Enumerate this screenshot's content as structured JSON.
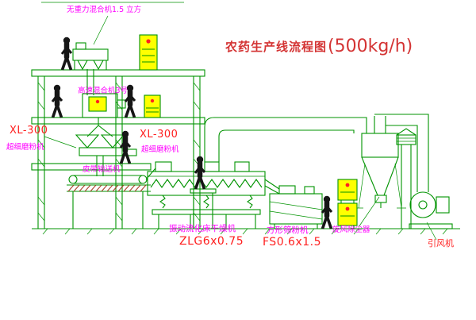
{
  "title": {
    "text": "农药生产线流程图",
    "capacity": "(500kg/h)"
  },
  "labels": {
    "mixer_3d": "无重力混合机1.5 立方",
    "high_speed_mixer": "高速混合机3号",
    "mill_left": {
      "model": "XL-300",
      "name": "超细磨粉机"
    },
    "mill_center": {
      "model": "XL-300",
      "name": "超细磨粉机"
    },
    "belt_conveyor": "皮带输送机",
    "dryer": {
      "name": "振动流化床干燥机",
      "model": "ZLG6x0.75"
    },
    "sieve": {
      "name": "方形筛粉机",
      "model": "FS0.6x1.5"
    },
    "cyclone": "旋风除尘器",
    "fan": "引风机"
  },
  "colors": {
    "line": "#009300",
    "magenta": "#ff00ff",
    "red": "#ff2020",
    "title": "#d43434",
    "yellow": "#ffff00",
    "hatch": "#a63a22",
    "black": "#161616"
  }
}
